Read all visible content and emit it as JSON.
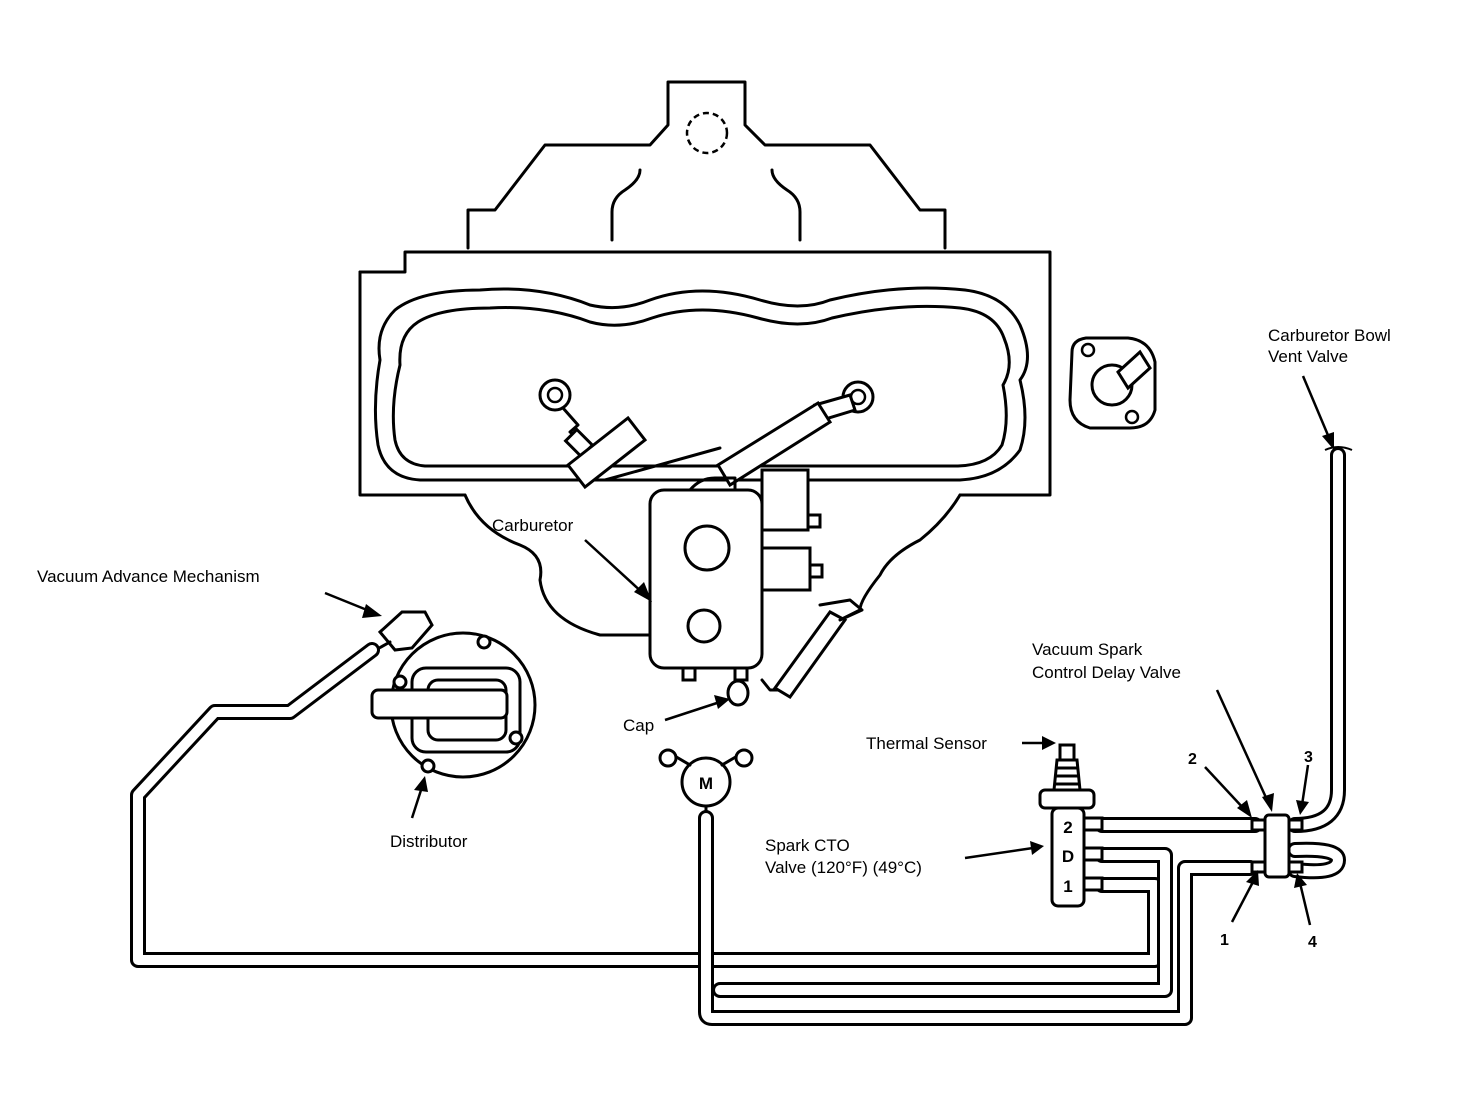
{
  "labels": {
    "carb_bowl_vent_1": "Carburetor Bowl",
    "carb_bowl_vent_2": "Vent Valve",
    "vacuum_advance": "Vacuum Advance Mechanism",
    "carburetor": "Carburetor",
    "cap": "Cap",
    "distributor": "Distributor",
    "thermal_sensor": "Thermal Sensor",
    "delay_valve_1": "Vacuum Spark",
    "delay_valve_2": "Control Delay Valve",
    "spark_cto_1": "Spark CTO",
    "spark_cto_2": "Valve (120°F) (49°C)"
  },
  "ports": {
    "p1": "1",
    "p2": "2",
    "p3": "3",
    "p4": "4"
  },
  "cto_ports": {
    "top": "2",
    "mid": "D",
    "bottom": "1"
  },
  "manifold_symbol": "M"
}
